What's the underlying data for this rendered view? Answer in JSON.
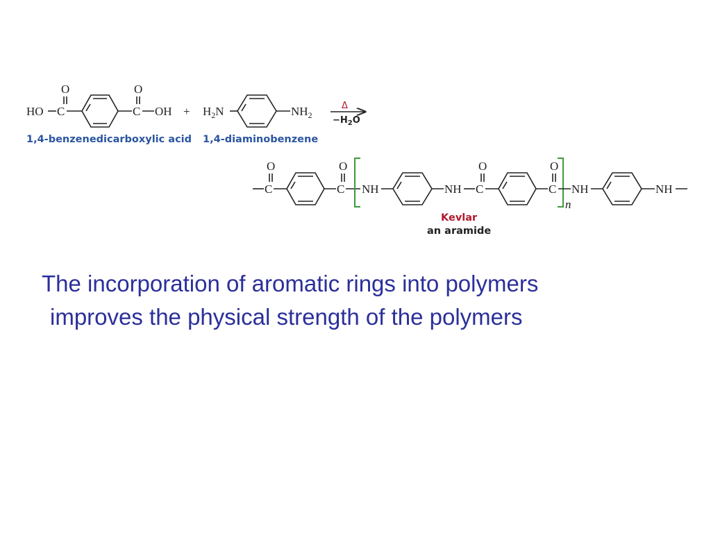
{
  "reaction": {
    "reactant1": {
      "name": "1,4-benzenedicarboxylic acid",
      "left_group": "HO",
      "carbon": "C",
      "oxygen": "O",
      "right_group": "OH"
    },
    "plus": "+",
    "reactant2": {
      "name": "1,4-diaminobenzene",
      "left_group_main": "H",
      "left_group_sub": "2",
      "left_group_end": "N",
      "right_group_main": "NH",
      "right_group_sub": "2"
    },
    "arrow": {
      "above": "Δ",
      "below_prefix": "−H",
      "below_sub": "2",
      "below_suffix": "O"
    },
    "product": {
      "carbon": "C",
      "oxygen": "O",
      "nh": "NH",
      "repeat": "n",
      "name": "Kevlar",
      "class": "an aramide"
    }
  },
  "caption": {
    "line1": "The incorporation of aromatic rings into polymers",
    "line2": "improves the physical strength of the polymers"
  },
  "colors": {
    "caption": "#2b2f9a",
    "compound_labels": "#2a55a0",
    "kevlar_label": "#b2182b",
    "bracket": "#3b9a3b"
  }
}
